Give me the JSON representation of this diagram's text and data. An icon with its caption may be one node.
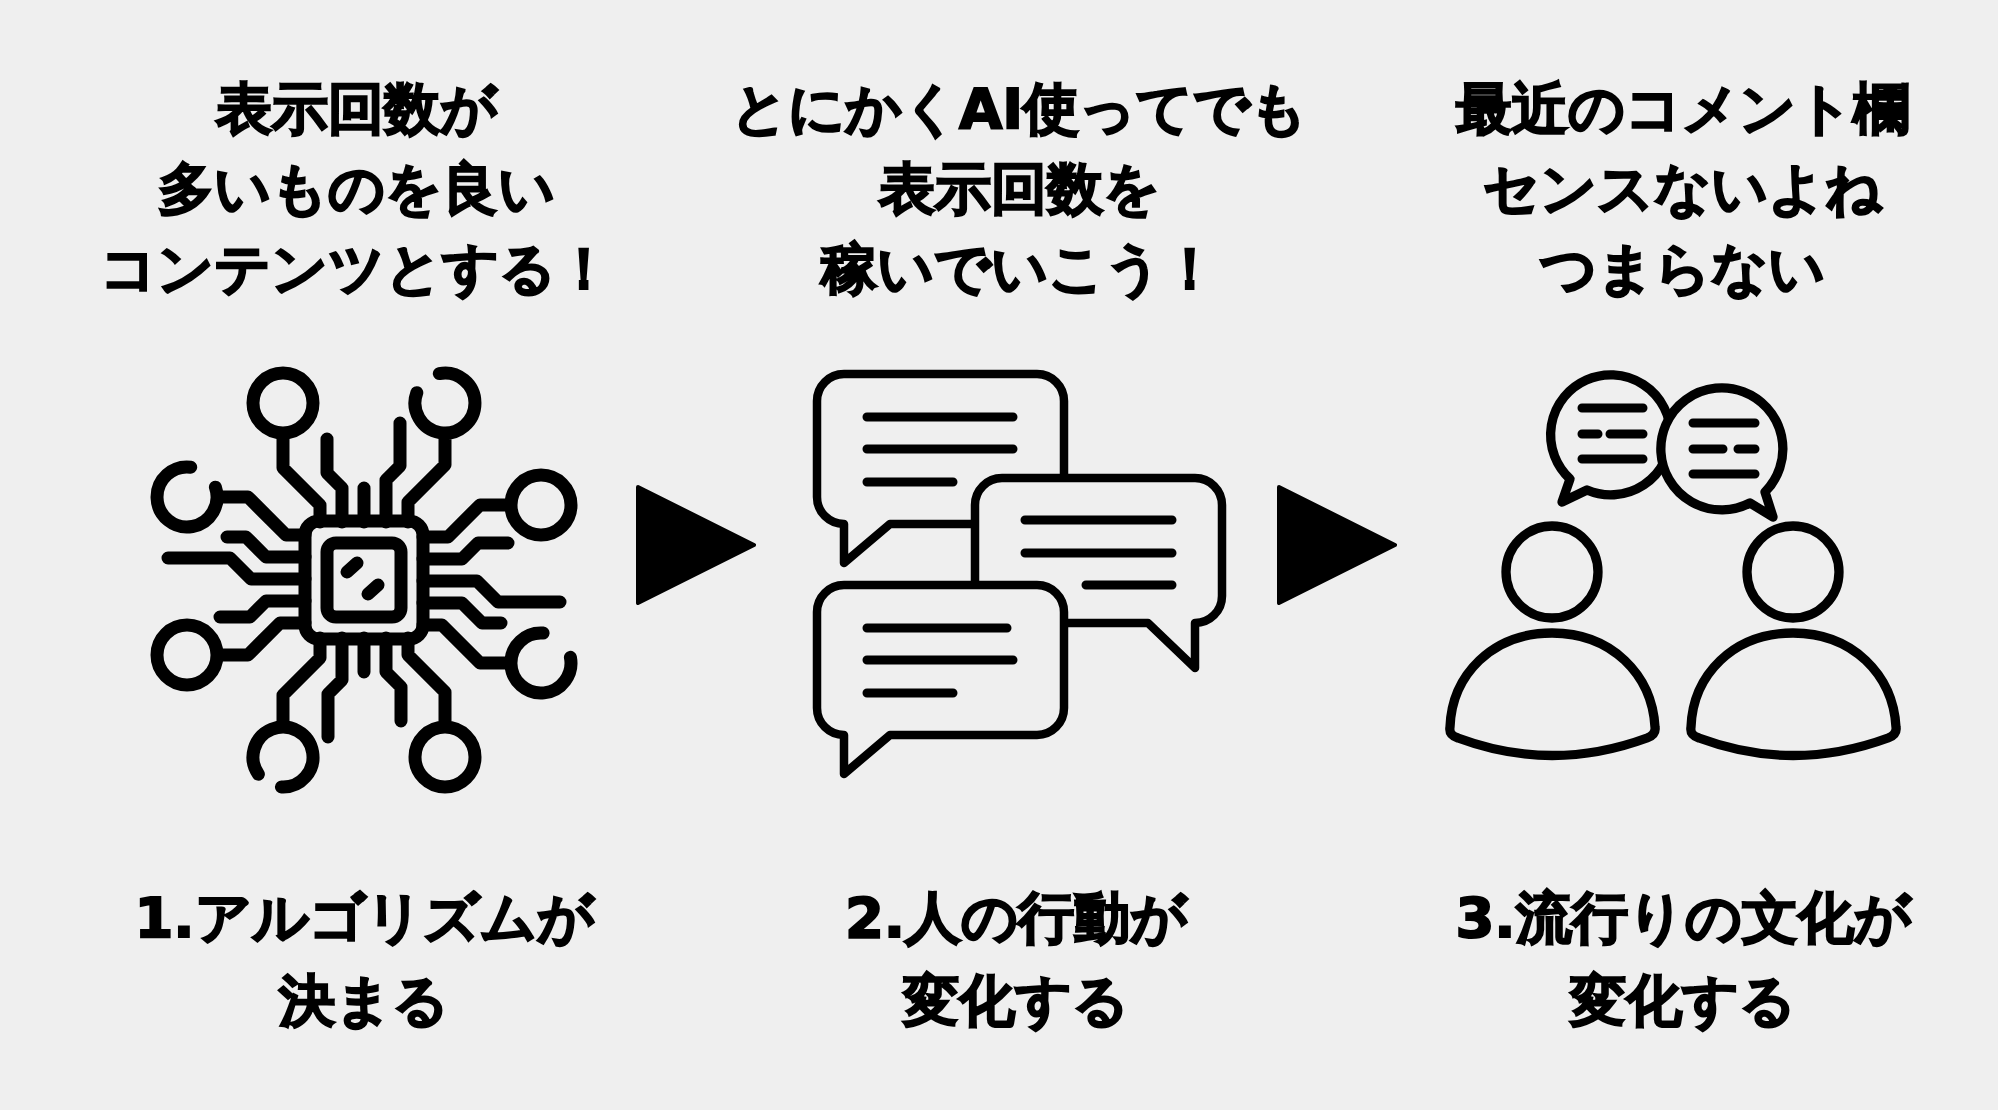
{
  "diagram": {
    "nodes": [
      {
        "text": [],
        "shape": "picture",
        "beside": [
          "表示回数が多いものを良いコンテンツとする！",
          "1.アルゴリズムが決まる"
        ]
      },
      {
        "text": [],
        "shape": "picture",
        "beside": [
          "とにかくAI使ってでも表示回数を稼いでいこう！",
          "2.人の行動が変化する"
        ]
      },
      {
        "text": [],
        "shape": "picture",
        "beside": [
          "最近のコメント欄センスないよねつまらない",
          "3.流行りの文化が変化する"
        ]
      }
    ],
    "edges": [
      {
        "from": 0,
        "to": 1,
        "arrow": "to"
      },
      {
        "from": 1,
        "to": 2,
        "arrow": "to"
      }
    ]
  }
}
